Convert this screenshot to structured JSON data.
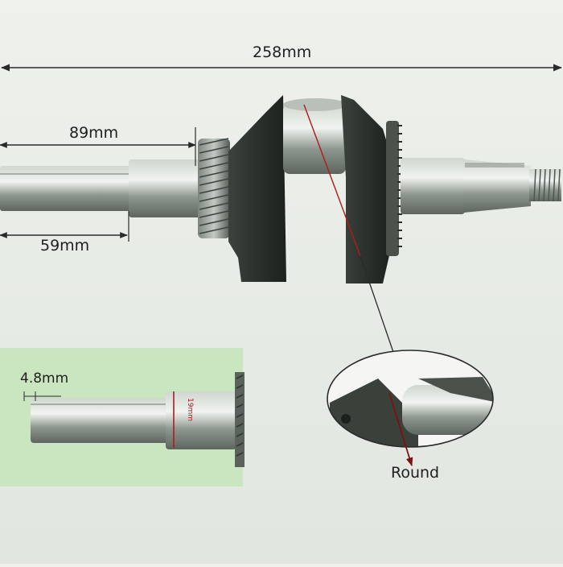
{
  "dimensions": {
    "overall_length": "258mm",
    "shaft_section": "89mm",
    "keyed_section": "59mm",
    "keyway_width": "4.8mm",
    "shaft_diameter": "19mm"
  },
  "callouts": {
    "round_label": "Round"
  },
  "colors": {
    "line": "#2a2a2a",
    "red_marker": "#b01c1c",
    "inset_bg": "#c9e6c0",
    "metal": "#9aa39c",
    "dark_casting": "#2f3530"
  }
}
